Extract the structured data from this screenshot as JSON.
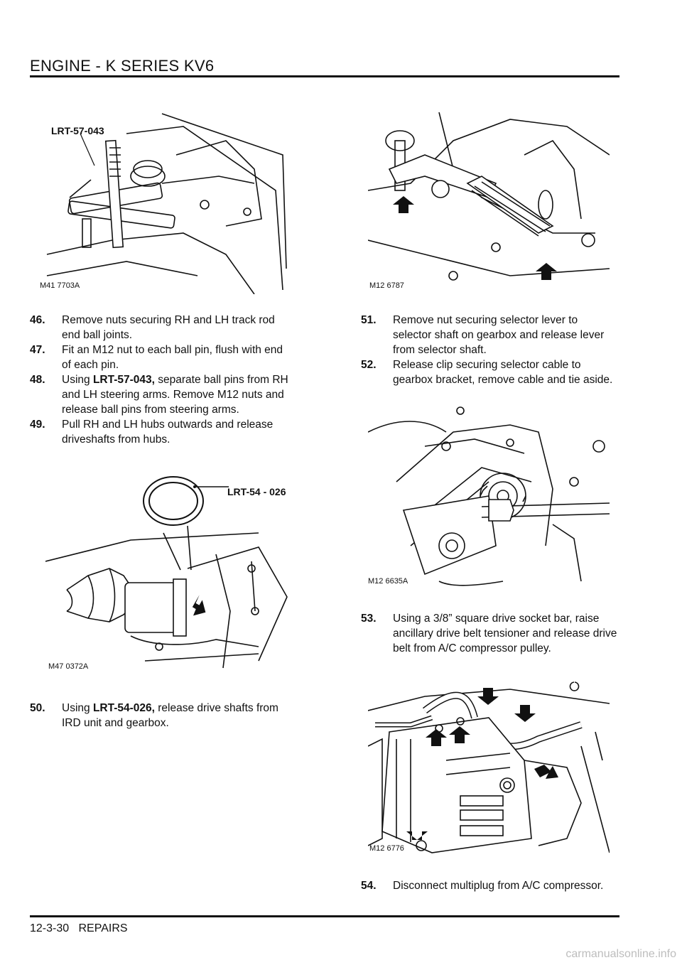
{
  "header": {
    "title": "ENGINE - K SERIES KV6"
  },
  "figures": {
    "fig1": {
      "ref": "M41 7703A",
      "tool_label": "LRT-57-043"
    },
    "fig2": {
      "ref": "M12 6787"
    },
    "fig3": {
      "ref": "M47 0372A",
      "tool_label": "LRT-54 - 026"
    },
    "fig4": {
      "ref": "M12 6635A"
    },
    "fig5": {
      "ref": "M12 6776"
    }
  },
  "steps": [
    {
      "num": "46.",
      "text": "Remove nuts securing RH and LH track rod end ball joints."
    },
    {
      "num": "47.",
      "text": "Fit an M12 nut to each ball pin, flush with end of each pin."
    },
    {
      "num": "48.",
      "pre": "Using ",
      "bold": "LRT-57-043,",
      "post": " separate ball pins from RH and LH steering arms. Remove M12 nuts and release ball pins from steering arms."
    },
    {
      "num": "49.",
      "text": "Pull RH and LH hubs outwards and release driveshafts from hubs."
    },
    {
      "num": "50.",
      "pre": "Using ",
      "bold": "LRT-54-026,",
      "post": " release drive shafts from IRD unit and gearbox."
    },
    {
      "num": "51.",
      "text": "Remove nut securing selector lever to selector shaft on gearbox and release lever from selector shaft."
    },
    {
      "num": "52.",
      "text": "Release clip securing selector cable to gearbox bracket, remove cable and tie aside."
    },
    {
      "num": "53.",
      "text": "Using a 3/8” square drive socket bar, raise ancillary drive belt tensioner and release drive belt from  A/C compressor pulley."
    },
    {
      "num": "54.",
      "text": "Disconnect multiplug from A/C compressor."
    }
  ],
  "footer": {
    "page": "12-3-30",
    "section": "REPAIRS"
  },
  "watermark": "carmanualsonline.info"
}
